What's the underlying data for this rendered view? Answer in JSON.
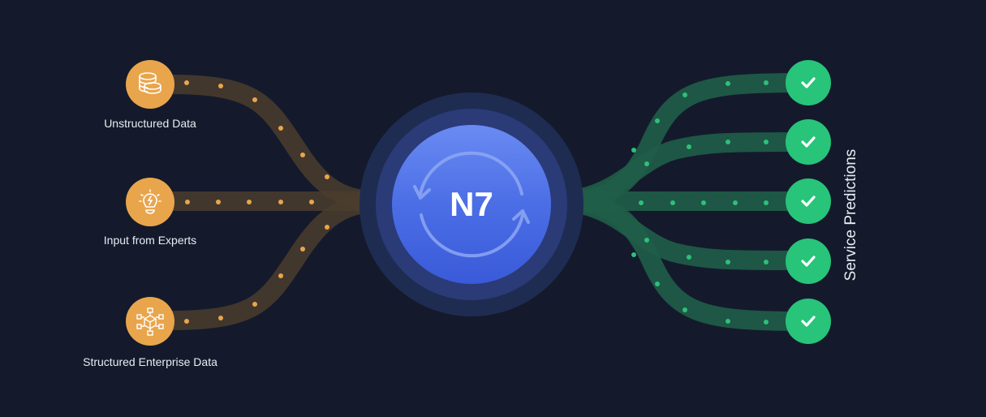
{
  "colors": {
    "background": "#141a2b",
    "input_accent": "#e9a54c",
    "output_accent": "#27c47a",
    "hub": "#4b6ee6"
  },
  "inputs": [
    {
      "label": "Unstructured Data",
      "icon": "coins-stack-icon"
    },
    {
      "label": "Input from Experts",
      "icon": "lightbulb-icon"
    },
    {
      "label": "Structured Enterprise Data",
      "icon": "network-cube-icon"
    }
  ],
  "hub": {
    "label": "N7",
    "icon": "refresh-cycle-icon"
  },
  "outputs": {
    "title": "Service Predictions",
    "items": [
      {
        "icon": "check-icon"
      },
      {
        "icon": "check-icon"
      },
      {
        "icon": "check-icon"
      },
      {
        "icon": "check-icon"
      },
      {
        "icon": "check-icon"
      }
    ]
  }
}
